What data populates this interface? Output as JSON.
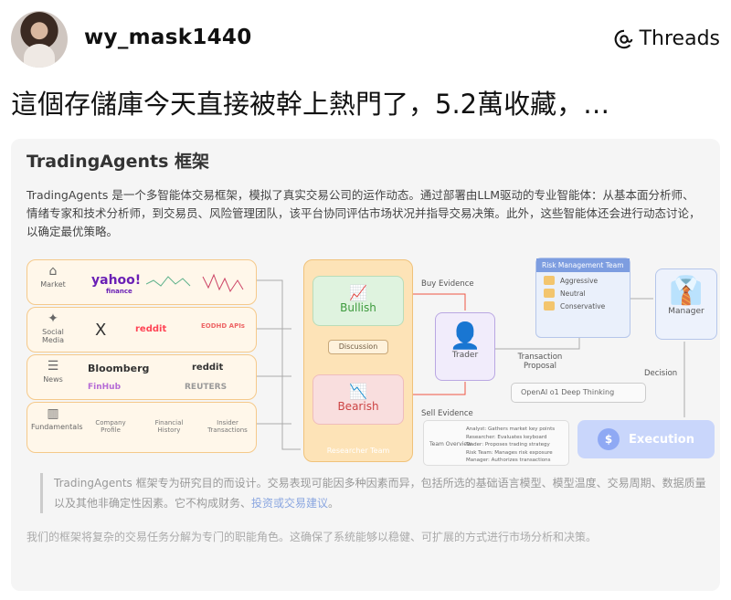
{
  "header": {
    "username": "wy_mask1440",
    "brand": "Threads",
    "brand_icon": "threads-at-icon"
  },
  "post": {
    "text": "這個存儲庫今天直接被幹上熱門了，5.2萬收藏，…"
  },
  "card": {
    "title": "TradingAgents 框架",
    "description": "TradingAgents 是一个多智能体交易框架，模拟了真实交易公司的运作动态。通过部署由LLM驱动的专业智能体：从基本面分析师、情绪专家和技术分析师，到交易员、风险管理团队，该平台协同评估市场状况并指导交易决策。此外，这些智能体还会进行动态讨论，以确定最优策略。",
    "sources": [
      {
        "category": "Market",
        "icon": "store-icon",
        "logos": [
          "yahoo!",
          "finance"
        ]
      },
      {
        "category": "Social Media",
        "icon": "twitter-bird-icon",
        "logos": [
          "X",
          "reddit",
          "EODHD APIs"
        ]
      },
      {
        "category": "News",
        "icon": "news-icon",
        "logos": [
          "Bloomberg",
          "reddit",
          "FinHub",
          "REUTERS"
        ]
      },
      {
        "category": "Fundamentals",
        "icon": "bar-chart-icon",
        "logos": [
          "Company Profile",
          "Financial History",
          "Insider Transactions"
        ]
      }
    ],
    "research": {
      "bullish": "Bullish",
      "bearish": "Bearish",
      "discussion": "Discussion",
      "team_label": "Researcher Team"
    },
    "trader": "Trader",
    "buy_evidence": "Buy Evidence",
    "sell_evidence": "Sell Evidence",
    "transaction_proposal": "Transaction Proposal",
    "risk": {
      "title": "Risk Management Team",
      "items": [
        "Aggressive",
        "Neutral",
        "Conservative"
      ]
    },
    "manager": "Manager",
    "decision": "Decision",
    "execution": "Execution",
    "openai": "OpenAI o1 Deep Thinking",
    "team_overview": {
      "label": "Team Overview",
      "lines": [
        "Analyst: Gathers market key points",
        "Researcher: Evaluates keyboard",
        "Trader: Proposes trading strategy",
        "Risk Team: Manages risk exposure",
        "Manager: Authorizes transactions"
      ]
    },
    "disclaimer_main": "TradingAgents 框架专为研究目的而设计。交易表现可能因多种因素而异，包括所选的基础语言模型、模型温度、交易周期、数据质量以及其他非确定性因素。它不构成财务、",
    "disclaimer_link": "投资或交易建议",
    "disclaimer_end": "。",
    "footer": "我们的框架将复杂的交易任务分解为专门的职能角色。这确保了系统能够以稳健、可扩展的方式进行市场分析和决策。"
  }
}
